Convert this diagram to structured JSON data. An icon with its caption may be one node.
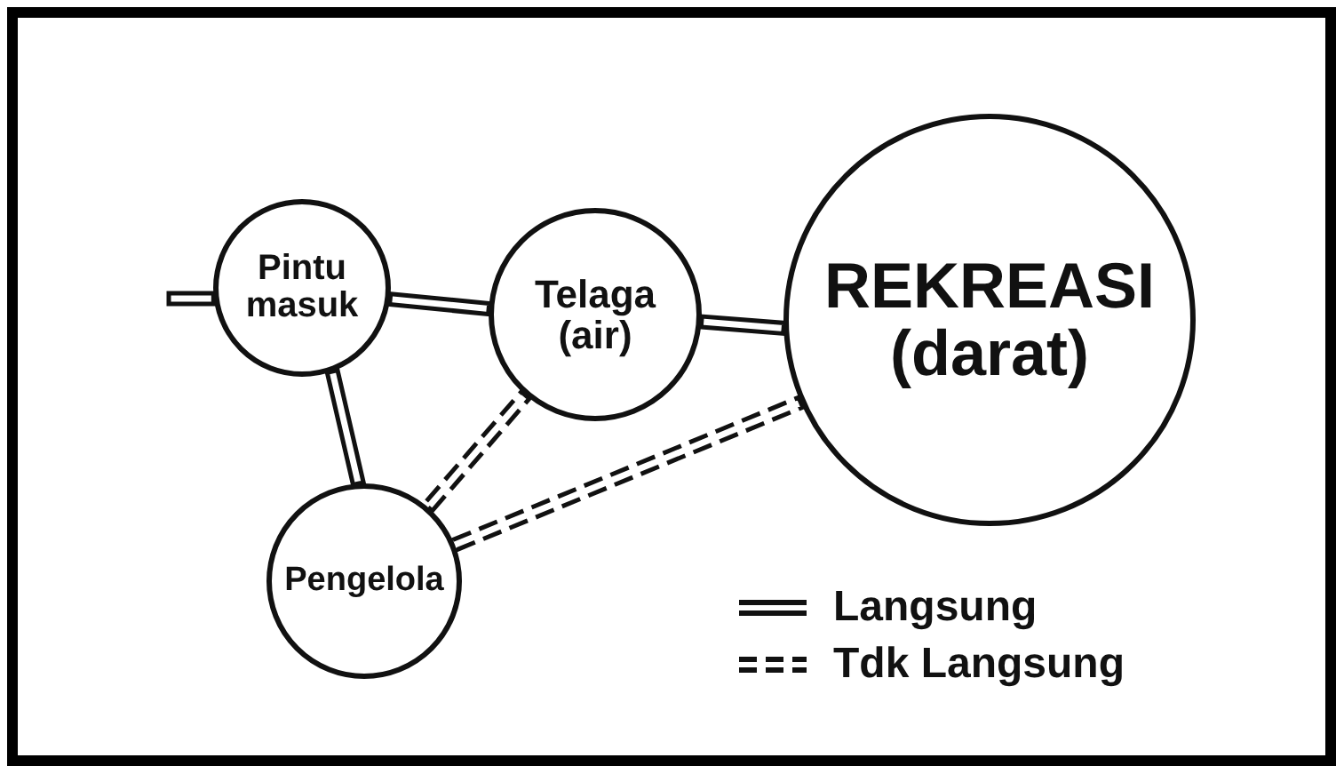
{
  "diagram": {
    "nodes": [
      {
        "text": [
          "Pintu masuk"
        ]
      },
      {
        "text": [
          "Telaga (air)"
        ]
      },
      {
        "text": [
          "REKREASI (darat)"
        ]
      },
      {
        "text": [
          "Pengelola"
        ]
      }
    ],
    "edges": [
      {
        "from": null,
        "to": 0,
        "arrow": "none"
      },
      {
        "from": 0,
        "to": 1,
        "arrow": "none"
      },
      {
        "from": 1,
        "to": 2,
        "arrow": "none"
      },
      {
        "from": 0,
        "to": 3,
        "arrow": "none"
      },
      {
        "from": 3,
        "to": 1,
        "arrow": "none",
        "style": "dashed"
      },
      {
        "from": 3,
        "to": 2,
        "arrow": "none",
        "style": "dashed"
      }
    ],
    "legend": [
      {
        "text": "Langsung"
      },
      {
        "text": "Tdk Langsung"
      }
    ]
  }
}
